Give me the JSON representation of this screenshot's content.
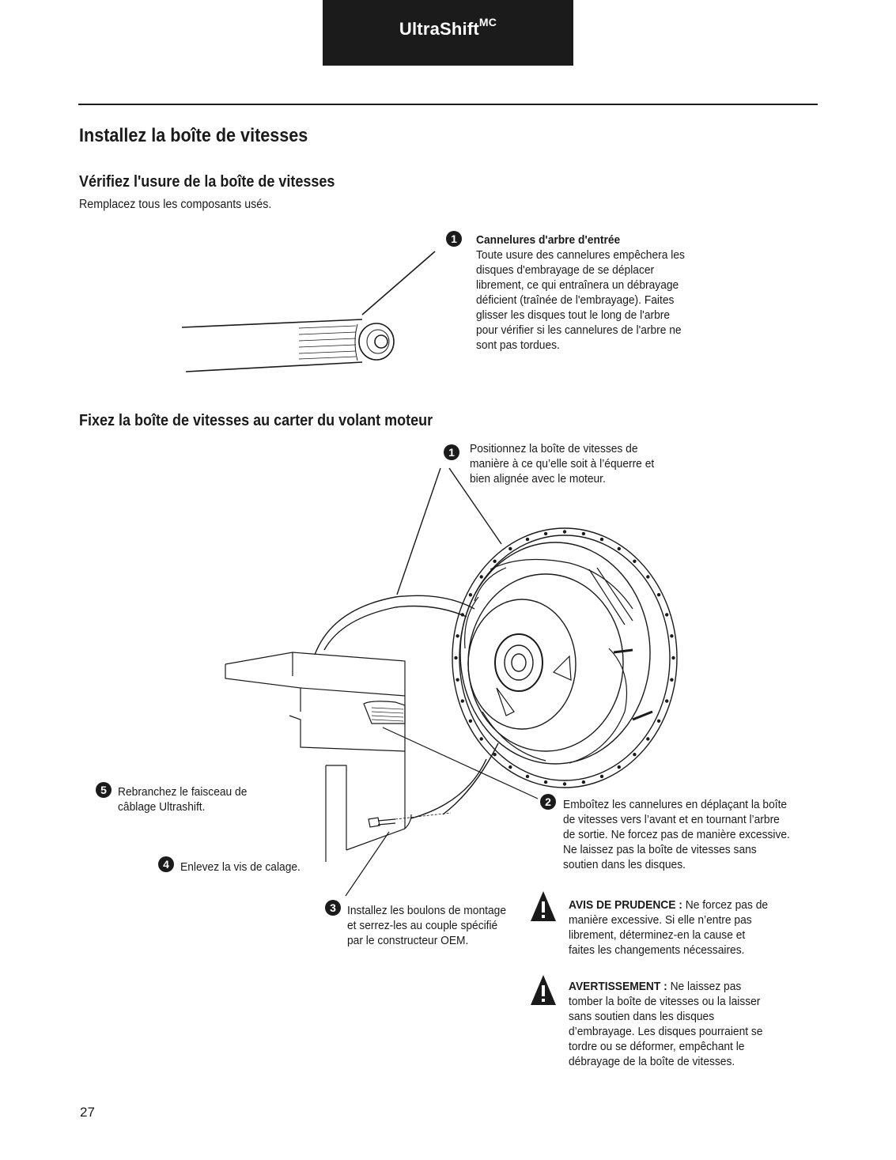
{
  "header": {
    "brand": "UltraShift",
    "brand_sup": "MC"
  },
  "page_title": "Installez la boîte de vitesses",
  "section1": {
    "heading": "Vérifiez l'usure de la boîte de vitesses",
    "subtext": "Remplacez tous les composants usés.",
    "callout1": {
      "number": "1",
      "title": "Cannelures d'arbre d'entrée",
      "lines": [
        "Toute usure des cannelures empêchera les",
        "disques d'embrayage de se déplacer",
        "librement, ce qui entraînera un débrayage",
        "déficient (traînée de l'embrayage). Faites",
        "glisser les disques tout le long de l'arbre",
        "pour vérifier si les cannelures de l'arbre ne",
        "sont pas tordues."
      ]
    }
  },
  "section2": {
    "heading": "Fixez la boîte de vitesses au carter du volant moteur",
    "step1": {
      "number": "1",
      "lines": [
        "Positionnez la boîte de vitesses de",
        "manière à ce qu’elle soit à l’équerre et",
        "bien alignée avec le moteur."
      ]
    },
    "step2": {
      "number": "2",
      "lines": [
        "Emboîtez les cannelures en déplaçant la boîte",
        "de vitesses vers l’avant et en tournant l’arbre",
        "de sortie. Ne forcez pas de manière excessive.",
        "Ne laissez pas la boîte de vitesses sans",
        "soutien dans les disques."
      ]
    },
    "step3": {
      "number": "3",
      "lines": [
        "Installez les boulons de montage",
        "et serrez-les au couple spécifié",
        "par le constructeur OEM."
      ]
    },
    "step4": {
      "number": "4",
      "lines": [
        "Enlevez la vis de calage."
      ]
    },
    "step5": {
      "number": "5",
      "lines": [
        "Rebranchez le faisceau de",
        "câblage Ultrashift."
      ]
    },
    "caution": {
      "label": "AVIS DE PRUDENCE :",
      "first": " Ne forcez pas de",
      "lines": [
        "manière excessive. Si elle n’entre pas",
        "librement, déterminez-en la cause et",
        "faites les changements nécessaires."
      ]
    },
    "warning": {
      "label": "AVERTISSEMENT :",
      "first": " Ne laissez pas",
      "lines": [
        "tomber la boîte de vitesses ou la laisser",
        "sans soutien dans les disques",
        "d’embrayage. Les disques pourraient se",
        "tordre ou se déformer, empêchant le",
        "débrayage de la boîte de vitesses."
      ]
    }
  },
  "page_number": "27"
}
